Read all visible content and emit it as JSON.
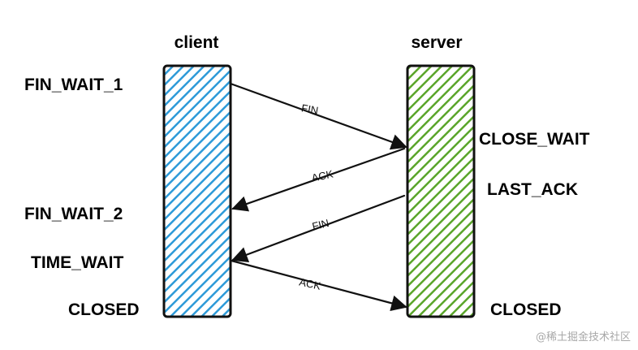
{
  "participants": {
    "client": {
      "label": "client",
      "color": "#2d9ad8"
    },
    "server": {
      "label": "server",
      "color": "#5aa52a"
    }
  },
  "client_states": [
    "FIN_WAIT_1",
    "FIN_WAIT_2",
    "TIME_WAIT",
    "CLOSED"
  ],
  "server_states": [
    "CLOSE_WAIT",
    "LAST_ACK",
    "CLOSED"
  ],
  "messages": [
    "FIN",
    "ACK",
    "FIN",
    "ACK"
  ],
  "watermark": "@稀土掘金技术社区"
}
